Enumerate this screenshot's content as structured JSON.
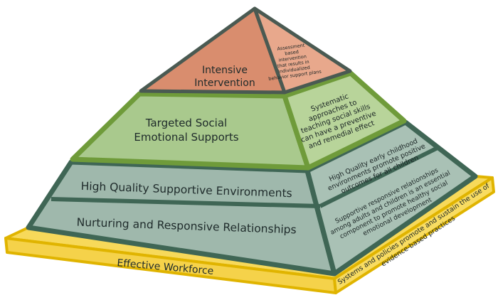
{
  "tiers": {
    "intensive": {
      "front_line1": "Intensive",
      "front_line2": "Intervention",
      "side_lines": [
        "Assessment",
        "based",
        "intervention",
        "that results in",
        "individualized",
        "behavior support plans"
      ]
    },
    "targeted": {
      "front_line1": "Targeted Social",
      "front_line2": "Emotional Supports",
      "side_lines": [
        "Systematic",
        "approaches to",
        "teaching social skills",
        "can have a preventive",
        "and remedial effect"
      ]
    },
    "environments": {
      "front": "High Quality Supportive Environments",
      "side_lines": [
        "High Quality early childhood",
        "environments promote positive",
        "outcomes for all children"
      ]
    },
    "relationships": {
      "front": "Nurturing and Responsive Relationships",
      "side_lines": [
        "Supportive responsive relationships",
        "among adults and children is an essential",
        "component to promote healthy social",
        "emotional development"
      ]
    },
    "workforce": {
      "front": "Effective Workforce",
      "side_lines": [
        "Systems and policies promote and sustain the use of",
        "evidence-based practices"
      ]
    }
  },
  "colors": {
    "outline": "#4a5a52",
    "intensive_front": "#d98d6e",
    "intensive_side": "#e8a88c",
    "targeted_front": "#a9c98d",
    "targeted_side": "#b8d49a",
    "targeted_border": "#6f9b3a",
    "base_fill": "#9fb8ac",
    "base_border": "#3f6655",
    "workforce_fill": "#f7d95a",
    "workforce_border": "#e0b400"
  }
}
